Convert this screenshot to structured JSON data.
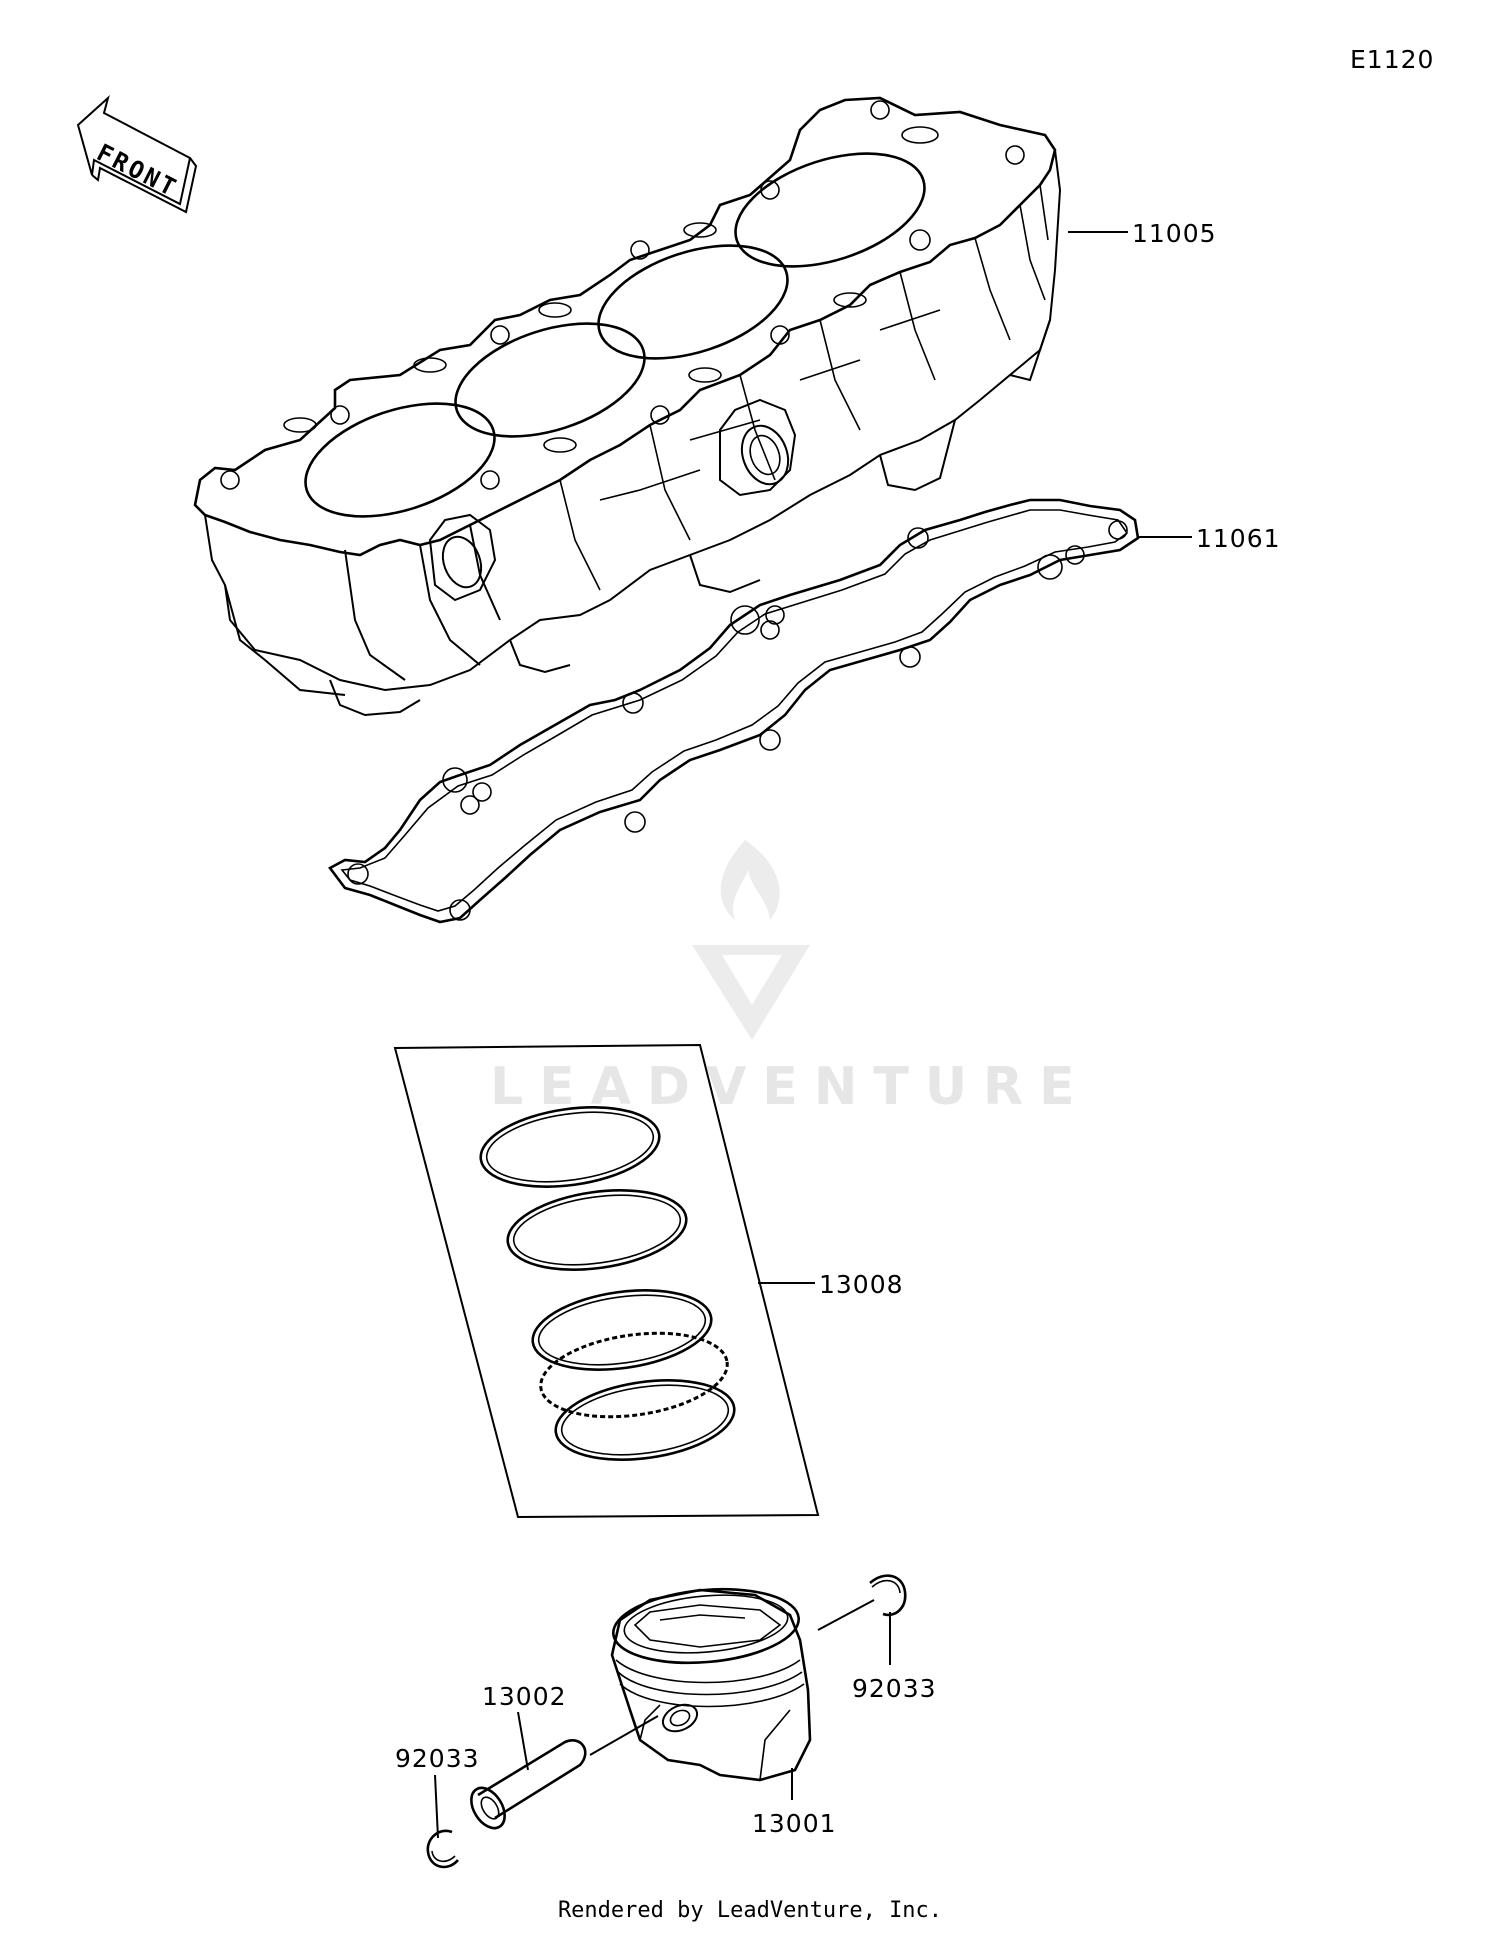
{
  "diagram_id": "E1120",
  "front_label": "FRONT",
  "watermark": "LEADVENTURE",
  "footer": "Rendered by LeadVenture, Inc.",
  "parts": [
    {
      "number": "11005"
    },
    {
      "number": "11061"
    },
    {
      "number": "13008"
    },
    {
      "number": "92033"
    },
    {
      "number": "13002"
    },
    {
      "number": "92033"
    },
    {
      "number": "13001"
    }
  ]
}
